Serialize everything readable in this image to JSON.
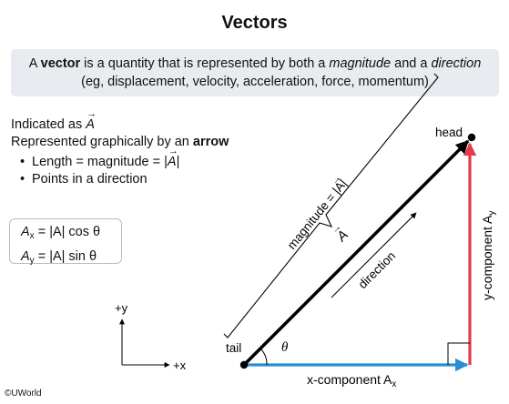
{
  "title": "Vectors",
  "definition": {
    "part1": "A ",
    "bold_word": "vector",
    "part2": " is a quantity that is represented by both a ",
    "italic1": "magnitude",
    "part3": " and a ",
    "italic2": "direction",
    "line2": "(eg, displacement, velocity, acceleration, force, momentum)"
  },
  "notes": {
    "indicated_as": "Indicated as ",
    "vector_symbol": "A",
    "represented_prefix": "Represented graphically by an ",
    "represented_bold": "arrow",
    "bullets": {
      "length_prefix": "Length = magnitude = |",
      "length_symbol": "A",
      "length_suffix": "|",
      "points": "Points in a direction"
    }
  },
  "formulas": {
    "ax_lhs": "A",
    "ax_sub": "x",
    "ax_rhs": " = |A| cos θ",
    "ay_lhs": "A",
    "ay_sub": "y",
    "ay_rhs": " = |A| sin θ"
  },
  "diagram": {
    "head_label": "head",
    "tail_label": "tail",
    "theta_label": "θ",
    "vector_label": "A",
    "magnitude_label": "magnitude = |A|",
    "direction_label": "direction",
    "x_component_label": "x-component A",
    "x_component_sub": "x",
    "y_component_label": "y-component A",
    "y_component_sub": "y",
    "axis_y_label": "+y",
    "axis_x_label": "+x"
  },
  "colors": {
    "main_vector": "#000000",
    "x_component": "#2a8fd0",
    "y_component": "#e23b4e"
  },
  "copyright": "©UWorld"
}
